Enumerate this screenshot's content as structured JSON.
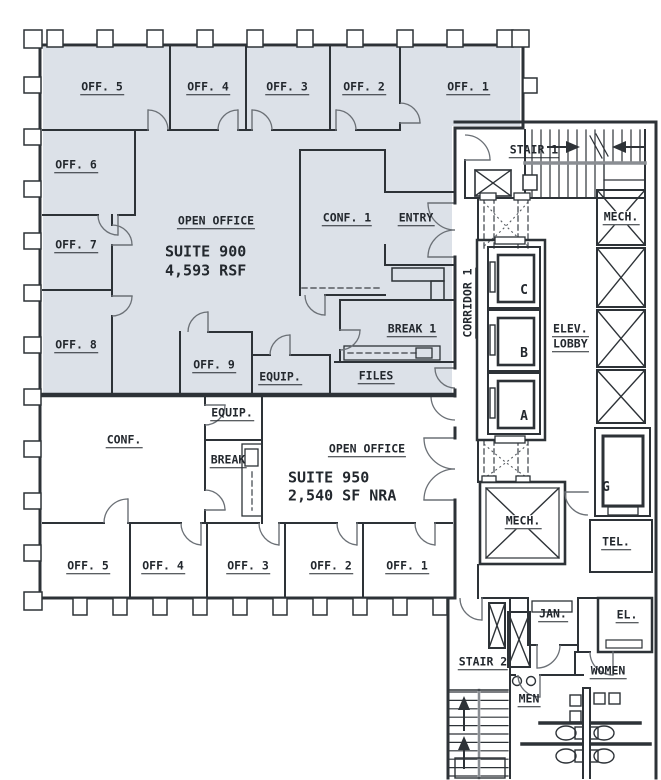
{
  "colors": {
    "suite_fill": "#dce1e8",
    "wall": "#2d3237",
    "swing": "#6b7076",
    "dash": "#565b61",
    "rail": "#8a8e93"
  },
  "suite900": {
    "title": "SUITE 900",
    "area": "4,593 RSF",
    "open_office": "OPEN OFFICE",
    "top_offices": [
      "OFF. 5",
      "OFF. 4",
      "OFF. 3",
      "OFF. 2",
      "OFF. 1"
    ],
    "left_offices": [
      "OFF. 6",
      "OFF. 7",
      "OFF. 8"
    ],
    "conf": "CONF. 1",
    "entry": "ENTRY",
    "break": "BREAK 1",
    "files": "FILES",
    "off9": "OFF. 9",
    "equip": "EQUIP."
  },
  "suite950": {
    "title": "SUITE 950",
    "area": "2,540 SF NRA",
    "open_office": "OPEN OFFICE",
    "conf": "CONF.",
    "equip": "EQUIP.",
    "break": "BREAK",
    "offices": [
      "OFF. 5",
      "OFF. 4",
      "OFF. 3",
      "OFF. 2",
      "OFF. 1"
    ]
  },
  "core": {
    "stair1": "STAIR 1",
    "stair2": "STAIR 2",
    "mech_top": "MECH.",
    "mech_center": "MECH.",
    "corridor": "CORRIDOR 1",
    "elev_lobby": [
      "ELEV.",
      "LOBBY"
    ],
    "elevators": [
      "C",
      "B",
      "A"
    ],
    "elevator_g": "G",
    "tel": "TEL.",
    "jan": "JAN.",
    "el": "EL.",
    "women": "WOMEN",
    "men": "MEN"
  }
}
